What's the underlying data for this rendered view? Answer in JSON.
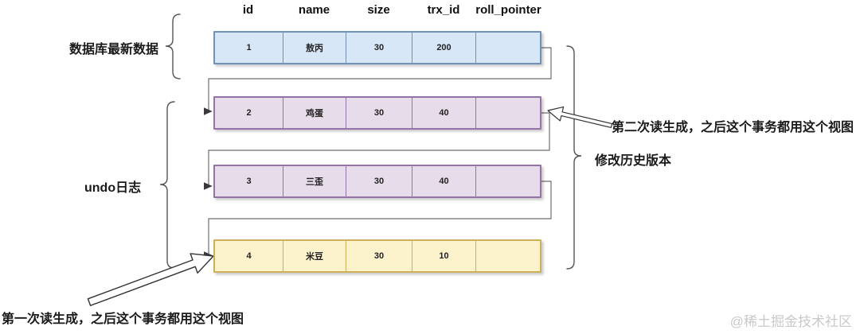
{
  "table": {
    "headers": [
      "id",
      "name",
      "size",
      "trx_id",
      "roll_pointer"
    ],
    "rows": [
      {
        "cells": [
          "1",
          "敖丙",
          "30",
          "200",
          ""
        ]
      },
      {
        "cells": [
          "2",
          "鸡蛋",
          "30",
          "40",
          ""
        ]
      },
      {
        "cells": [
          "3",
          "三歪",
          "30",
          "40",
          ""
        ]
      },
      {
        "cells": [
          "4",
          "米豆",
          "30",
          "10",
          ""
        ]
      }
    ]
  },
  "annotations": {
    "latest_data_label": "数据库最新数据",
    "undo_log_label": "undo日志",
    "second_read_note": "第二次读生成，之后这个事务都用这个视图",
    "history_versions_label": "修改历史版本",
    "first_read_note": "第一次读生成，之后这个事务都用这个视图",
    "watermark": "@稀土掘金技术社区"
  },
  "colors": {
    "latest_row_fill": "#d8e7f8",
    "latest_row_border": "#7191b8",
    "undo_row_fill": "#e7dcea",
    "undo_row_border": "#9673a6",
    "readview_row_fill": "#fcf3cd",
    "readview_row_border": "#cdb059",
    "connector": "#6e6e6e",
    "brace": "#555555"
  }
}
